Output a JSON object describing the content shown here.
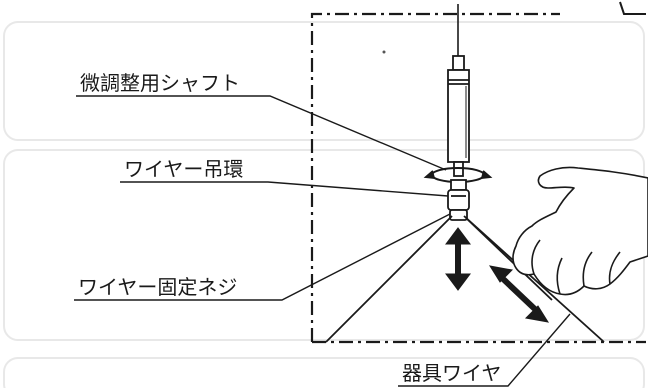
{
  "labels": {
    "shaft": "微調整用シャフト",
    "wire_ring": "ワイヤー吊環",
    "wire_screw": "ワイヤー固定ネジ",
    "fixture_wire": "器具ワイヤ"
  },
  "colors": {
    "ink": "#1a1a1a",
    "background": "#ffffff",
    "faint_box": "#e8e8e8"
  }
}
